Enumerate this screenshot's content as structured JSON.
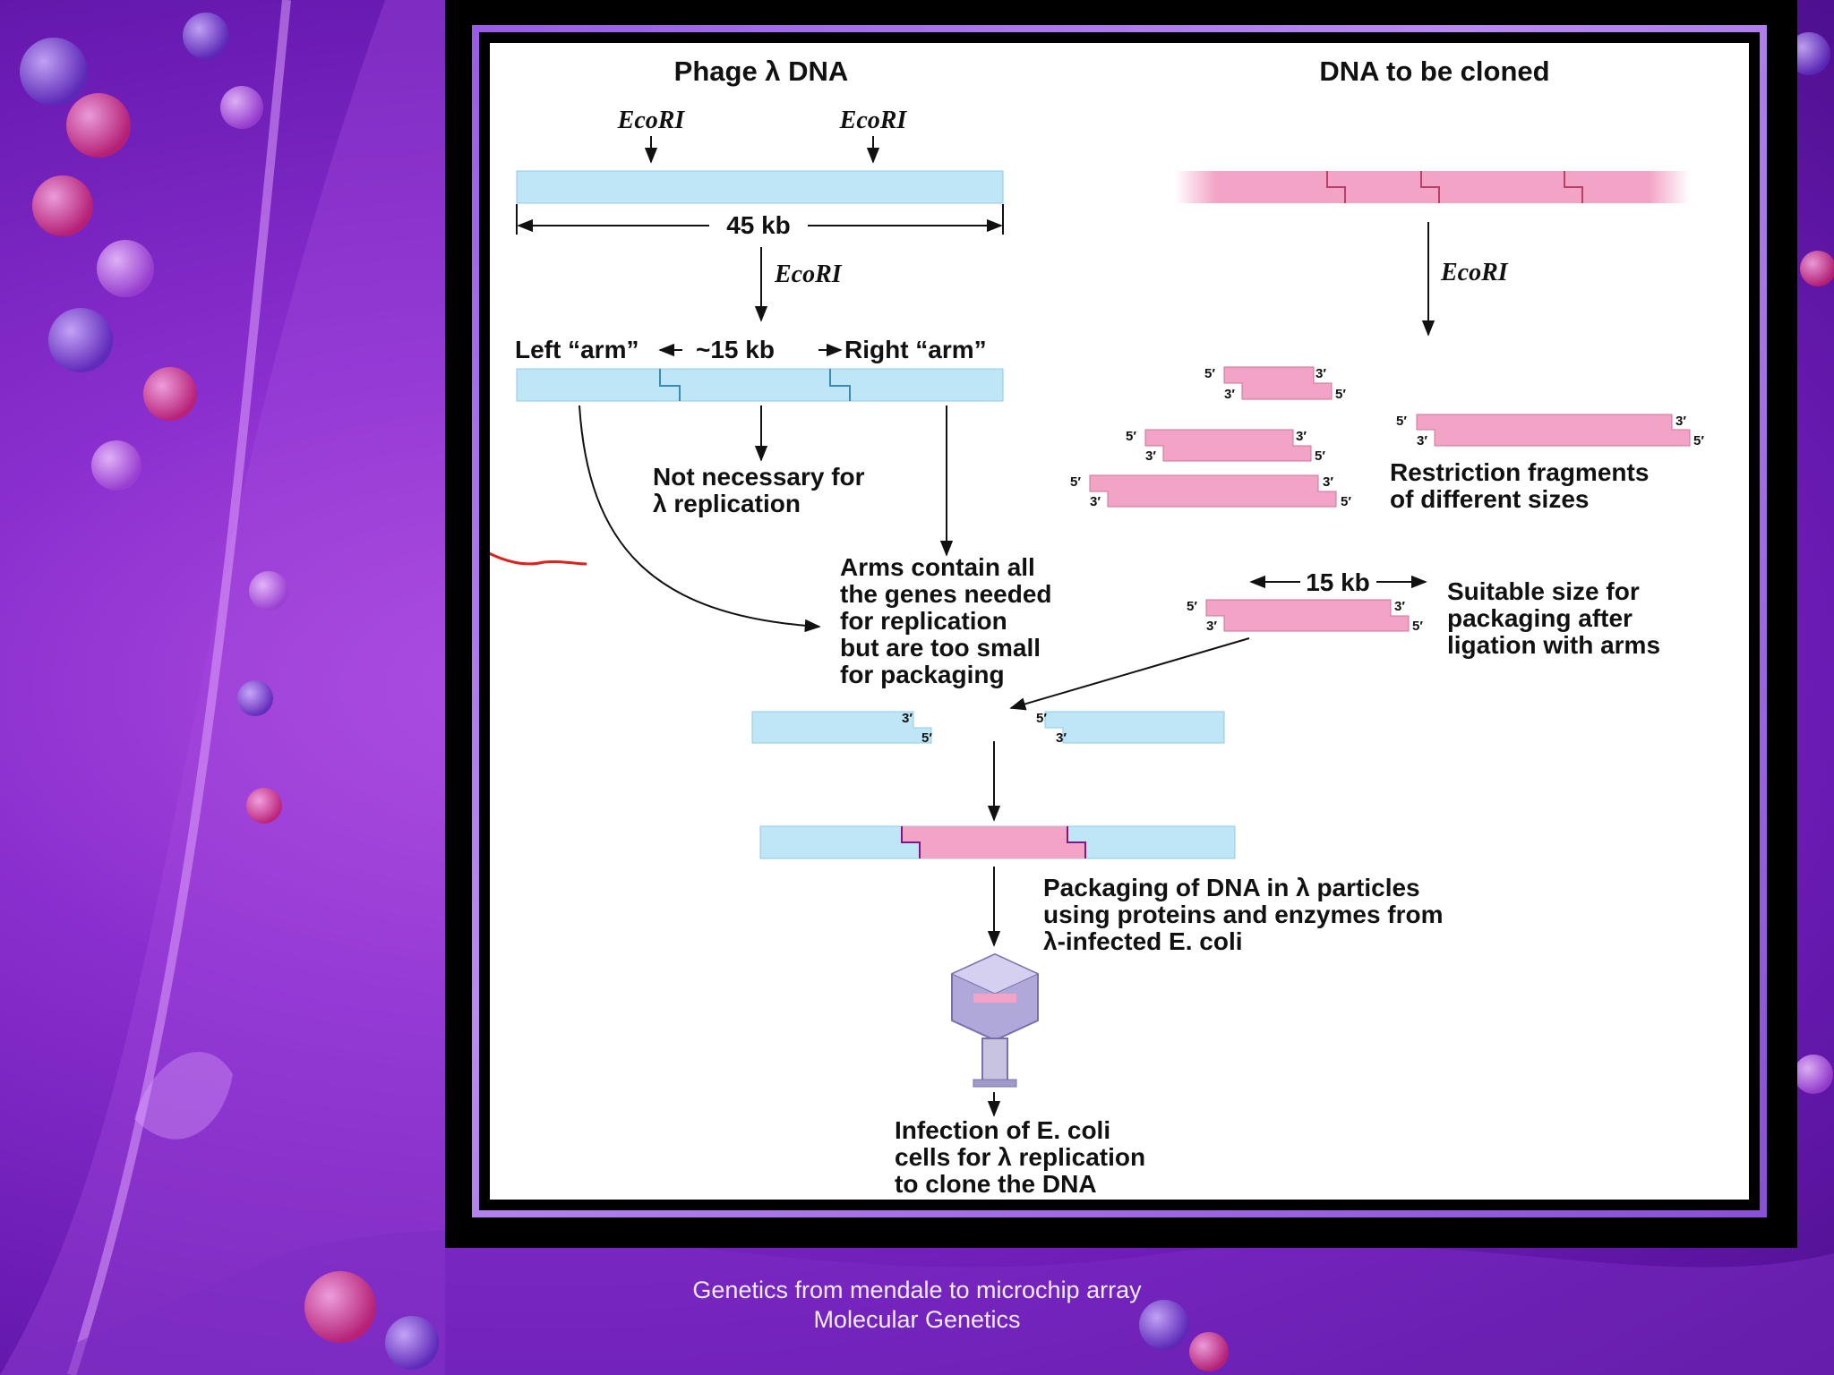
{
  "diagram": {
    "left_title": "Phage λ DNA",
    "right_title": "DNA to be cloned",
    "ecori": "EcoRI",
    "size_45": "45 kb",
    "left_arm": "Left “arm”",
    "size_15": "~15 kb",
    "right_arm": "Right “arm”",
    "not_necessary": [
      "Not necessary for",
      "λ replication"
    ],
    "arms_contain": [
      "Arms contain all",
      "the genes needed",
      "for replication",
      "but are too small",
      "for packaging"
    ],
    "restriction": [
      "Restriction fragments",
      "of different sizes"
    ],
    "kb15": "15 kb",
    "suitable": [
      "Suitable size for",
      "packaging after",
      "ligation with arms"
    ],
    "packaging": [
      "Packaging of DNA in λ particles",
      "using proteins and enzymes from",
      "λ-infected E. coli"
    ],
    "infection": [
      "Infection of E. coli",
      "cells for λ replication",
      "to clone the DNA"
    ],
    "end5": "5′",
    "end3": "3′"
  },
  "colors": {
    "phage_dna": "#bfe6f7",
    "cloned_dna": "#f2a3c6",
    "annotation_red": "#e0201a"
  },
  "footer": {
    "line1": "Genetics from mendale to microchip array",
    "line2": "Molecular Genetics"
  }
}
